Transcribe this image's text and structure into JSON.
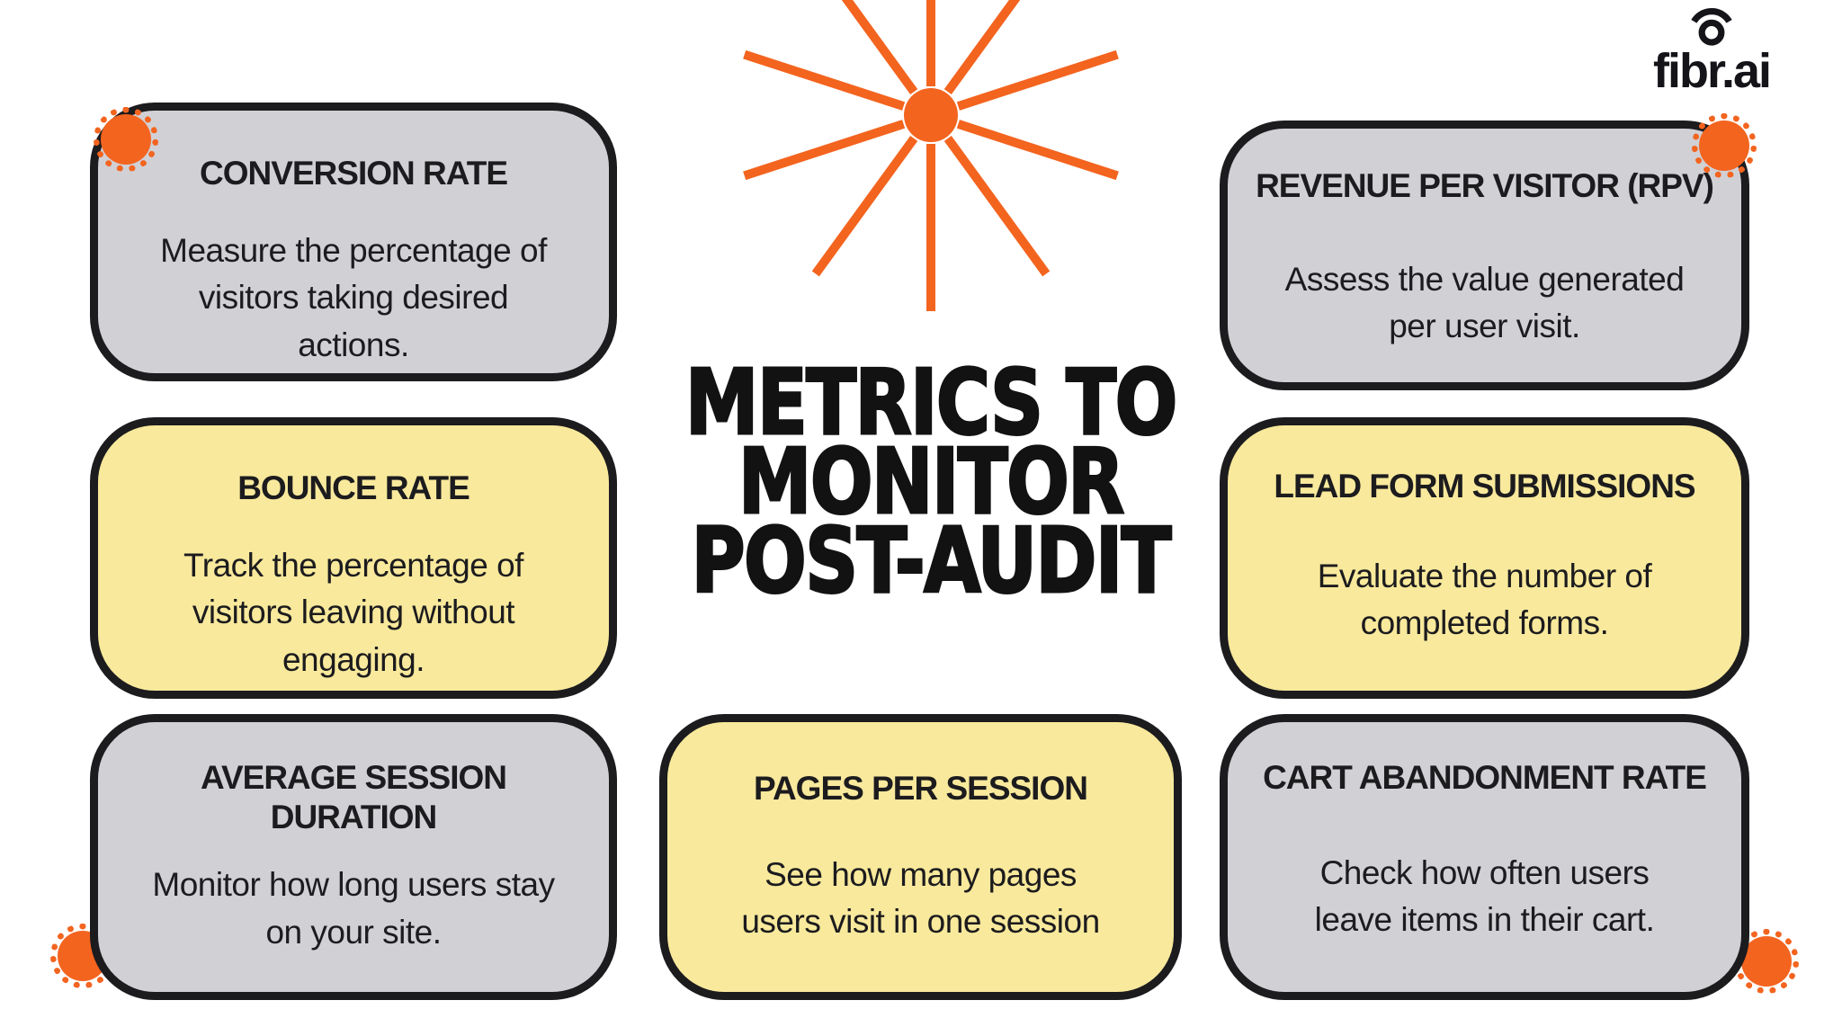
{
  "brand": {
    "name": "fibr.ai"
  },
  "main_title": "METRICS TO\nMONITOR\nPOST-AUDIT",
  "cards": [
    {
      "id": "conversion-rate",
      "title": "CONVERSION RATE",
      "body": "Measure the percentage of\nvisitors taking desired\nactions."
    },
    {
      "id": "bounce-rate",
      "title": "BOUNCE RATE",
      "body": "Track the percentage of\nvisitors leaving without\nengaging."
    },
    {
      "id": "average-session-duration",
      "title": "AVERAGE SESSION\nDURATION",
      "body": "Monitor how long users stay\non your site."
    },
    {
      "id": "pages-per-session",
      "title": "PAGES PER SESSION",
      "body": "See how many pages\nusers visit in one session"
    },
    {
      "id": "revenue-per-visitor",
      "title": "REVENUE PER VISITOR (RPV)",
      "body": "Assess the value generated\nper user visit."
    },
    {
      "id": "lead-form-submissions",
      "title": "LEAD FORM SUBMISSIONS",
      "body": "Evaluate the number of\ncompleted forms."
    },
    {
      "id": "cart-abandonment-rate",
      "title": "CART ABANDONMENT RATE",
      "body": "Check how often users\nleave items in their cart."
    }
  ],
  "decor": {
    "icons": [
      "starburst-icon",
      "seal-badge-icon",
      "fibr-logo-icon"
    ]
  },
  "colors": {
    "accent": "#F3641F",
    "ink": "#1C1B1E",
    "card-gray": "#D1D0D4",
    "card-yellow": "#F8E99C",
    "bg": "#FFFFFF"
  }
}
